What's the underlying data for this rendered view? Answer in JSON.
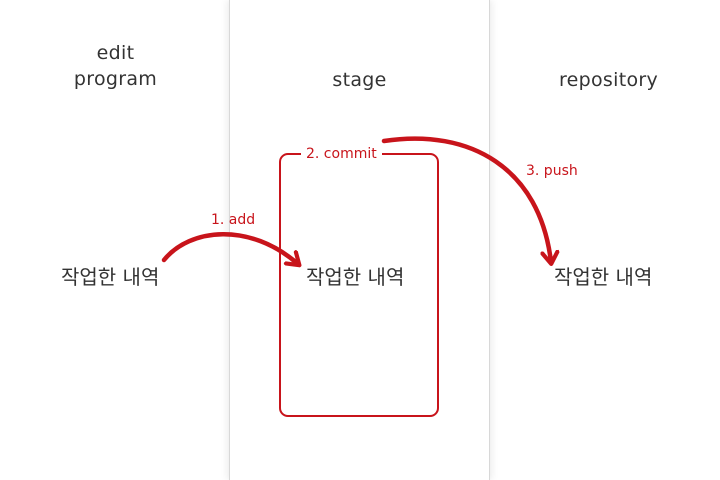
{
  "columns": {
    "edit": {
      "title": "edit\nprogram",
      "item": "작업한 내역"
    },
    "stage": {
      "title": "stage",
      "item": "작업한 내역",
      "box_label": "2. commit"
    },
    "repository": {
      "title": "repository",
      "item": "작업한 내역"
    }
  },
  "arrows": {
    "add": {
      "label": "1. add"
    },
    "push": {
      "label": "3. push"
    }
  },
  "colors": {
    "accent": "#c8141b",
    "text": "#333333",
    "divider": "#d8d8d8"
  }
}
